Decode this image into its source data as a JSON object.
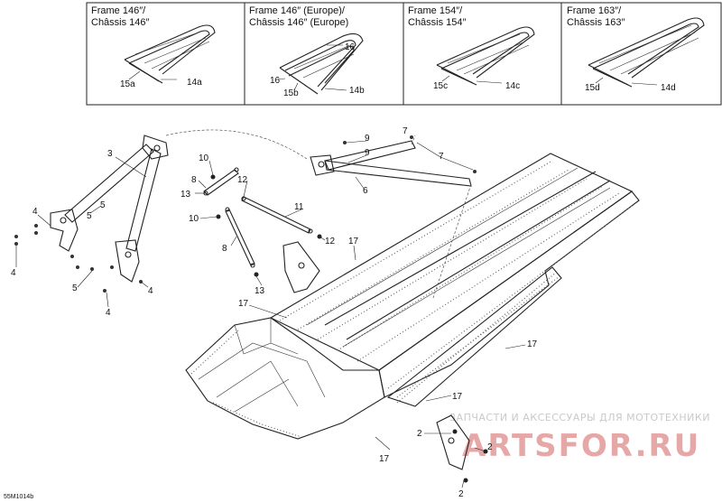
{
  "panels": [
    {
      "title_line1": "Frame 146″/",
      "title_line2": "Châssis 146″",
      "label_a": "15a",
      "label_b": "14a"
    },
    {
      "title_line1": "Frame 146″ (Europe)/",
      "title_line2": "Châssis 146″ (Europe)",
      "label_a": "15b",
      "label_b": "14b",
      "label_c": "16",
      "label_d": "16"
    },
    {
      "title_line1": "Frame 154″/",
      "title_line2": "Châssis 154″",
      "label_a": "15c",
      "label_b": "14c"
    },
    {
      "title_line1": "Frame 163″/",
      "title_line2": "Châssis 163″",
      "label_a": "15d",
      "label_b": "14d"
    }
  ],
  "callouts": [
    "2",
    "2",
    "2",
    "3",
    "4",
    "4",
    "4",
    "4",
    "5",
    "5",
    "5",
    "6",
    "7",
    "7",
    "8",
    "8",
    "9",
    "9",
    "10",
    "10",
    "11",
    "12",
    "12",
    "13",
    "13",
    "17",
    "17",
    "17",
    "17",
    "17"
  ],
  "diagram_code": "55M1014b",
  "watermark": {
    "top_text": "ЗАПЧАСТИ И АКСЕССУАРЫ ДЛЯ МОТОТЕХНИКИ",
    "brand": "ARTSFOR.RU"
  }
}
